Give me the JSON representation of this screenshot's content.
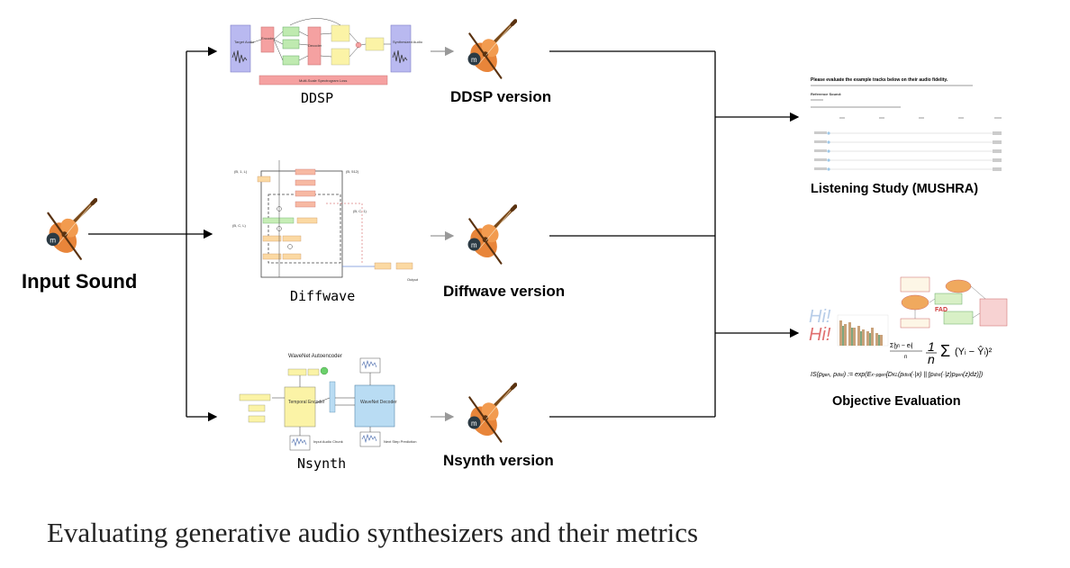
{
  "input": {
    "label": "Input Sound",
    "icon": "violin-icon"
  },
  "models": [
    {
      "name": "DDSP",
      "output_label": "DDSP version"
    },
    {
      "name": "Diffwave",
      "output_label": "Diffwave version"
    },
    {
      "name": "Nsynth",
      "output_label": "Nsynth version"
    }
  ],
  "evaluations": {
    "listening": {
      "label": "Listening Study (MUSHRA)",
      "form_title": "Please evaluate the example tracks below on their audio fidelity.",
      "form_reference": "Reference Sound:"
    },
    "objective": {
      "label": "Objective Evaluation",
      "fad_label": "FAD",
      "hi_text": "Hi!"
    }
  },
  "wavenet_diagram": {
    "title": "WaveNet Autoencoder",
    "temporal_encoder": "Temporal Encoder",
    "wavenet_decoder": "WaveNet Decoder",
    "input_chunk": "Input Audio Chunk",
    "next_step": "Next Step Prediction"
  },
  "ddsp_diagram": {
    "target_audio": "Target Audio",
    "synth_audio": "Synthesized Audio",
    "encoder": "Encoder",
    "decoder": "Decoder",
    "loss": "Multi-Scale Spectrogram Loss"
  },
  "caption": "Evaluating generative audio synthesizers and their metrics",
  "colors": {
    "arrow": "#000000",
    "grey_arrow": "#999999",
    "violin_body": "#e8853a"
  }
}
